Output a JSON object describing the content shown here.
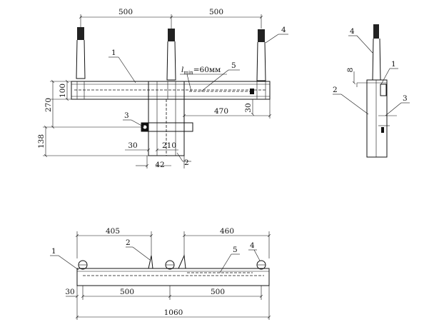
{
  "front_view": {
    "dims": {
      "d500_left": "500",
      "d500_right": "500",
      "d100": "100",
      "d270": "270",
      "d138": "138",
      "d30_right": "30",
      "d470": "470",
      "d30_bottom": "30",
      "d210": "210",
      "d42": "42"
    },
    "note": "l",
    "note_sub": "min",
    "note_value": "=60мм",
    "callouts": {
      "c1": "1",
      "c2": "2",
      "c3": "3",
      "c4": "4",
      "c5": "5"
    }
  },
  "side_view": {
    "dim_8": "8",
    "callouts": {
      "c1": "1",
      "c2": "2",
      "c3": "3",
      "c4": "4"
    }
  },
  "plan_view": {
    "dims": {
      "d405": "405",
      "d460": "460",
      "d30": "30",
      "d500_left": "500",
      "d500_right": "500",
      "d1060": "1060"
    },
    "callouts": {
      "c1": "1",
      "c2": "2",
      "c4": "4",
      "c5": "5"
    }
  }
}
